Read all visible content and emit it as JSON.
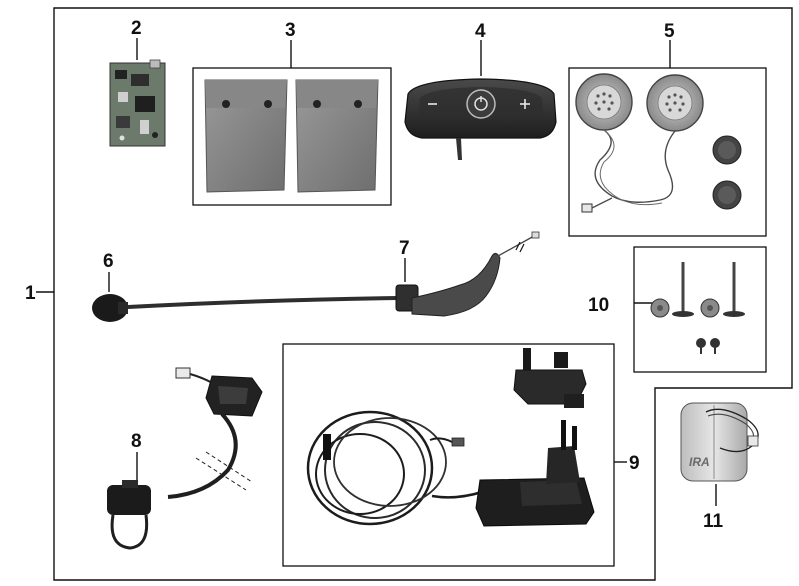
{
  "diagram": {
    "callouts": {
      "c1": "1",
      "c2": "2",
      "c3": "3",
      "c4": "4",
      "c5": "5",
      "c6": "6",
      "c7": "7",
      "c8": "8",
      "c9": "9",
      "c10": "10",
      "c11": "11"
    },
    "battery_marking": "IRA"
  }
}
